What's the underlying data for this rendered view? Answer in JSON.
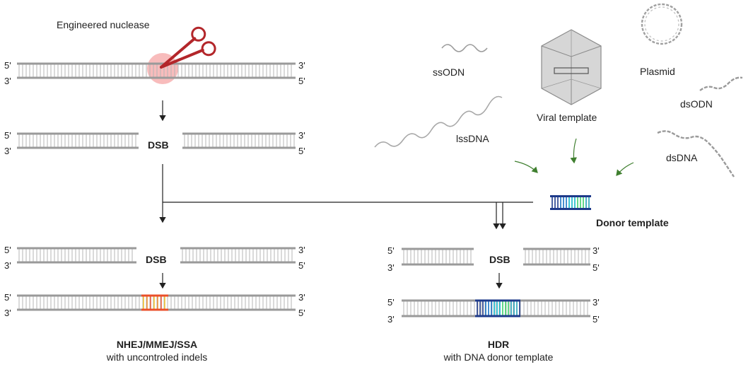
{
  "labels": {
    "nuclease": "Engineered nuclease",
    "dsb": "DSB",
    "five_prime": "5'",
    "three_prime": "3'",
    "ssodn": "ssODN",
    "lssdna": "lssDNA",
    "viral": "Viral template",
    "plasmid": "Plasmid",
    "dsodn": "dsODN",
    "dsdna": "dsDNA",
    "donor": "Donor template"
  },
  "captions": {
    "nhej_title": "NHEJ/MMEJ/SSA",
    "nhej_sub": "with uncontroled indels",
    "hdr_title": "HDR",
    "hdr_sub": "with DNA donor template"
  },
  "colors": {
    "strand": "#9a9a9a",
    "rung": "#b4b4b4",
    "arrow": "#222222",
    "green_arrow": "#3f7f2f",
    "nuclease_glow": "#f5a5a5",
    "scissors": "#b3262a",
    "indel": [
      "#f7c21a",
      "#f28a1f",
      "#ea4f2a"
    ],
    "donor": [
      "#1e3a8a",
      "#1673c5",
      "#10b5c9",
      "#3ccf6b",
      "#20a0b8",
      "#1e3a8a"
    ]
  }
}
